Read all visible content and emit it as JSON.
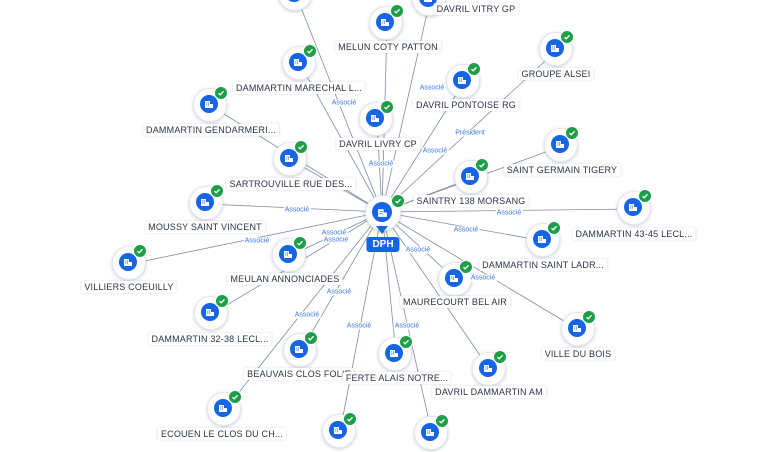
{
  "center": {
    "label": "DPH",
    "icon": "building-icon",
    "status_icon": "check-badge-icon"
  },
  "node_icon": "building-icon",
  "status_icon": "check-badge-icon",
  "colors": {
    "primary": "#1565e6",
    "check": "#1e9e48",
    "edge": "#7f8ea3",
    "edge_label": "#3b78e7"
  },
  "nodes": [
    {
      "label": "",
      "labeled": false
    },
    {
      "label": "DAVRIL VITRY GP",
      "labeled": true
    },
    {
      "label": "MELUN COTY PATTON",
      "labeled": true
    },
    {
      "label": "GROUPE ALSEI",
      "labeled": true
    },
    {
      "label": "DAMMARTIN MARECHAL L...",
      "labeled": true
    },
    {
      "label": "DAVRIL PONTOISE RG",
      "labeled": true
    },
    {
      "label": "DAMMARTIN GENDARMERI...",
      "labeled": true
    },
    {
      "label": "DAVRIL LIVRY CP",
      "labeled": true
    },
    {
      "label": "SAINT GERMAIN TIGERY",
      "labeled": true
    },
    {
      "label": "SARTROUVILLE RUE DES...",
      "labeled": true
    },
    {
      "label": "SAINTRY 138 MORSANG",
      "labeled": true
    },
    {
      "label": "MOUSSY SAINT VINCENT",
      "labeled": true
    },
    {
      "label": "DAMMARTIN 43-45 LECL...",
      "labeled": true
    },
    {
      "label": "DAMMARTIN SAINT LADR...",
      "labeled": true
    },
    {
      "label": "VILLIERS COEUILLY",
      "labeled": true
    },
    {
      "label": "MEULAN ANNONCIADES",
      "labeled": true
    },
    {
      "label": "MAURECOURT BEL AIR",
      "labeled": true
    },
    {
      "label": "DAMMARTIN 32-38 LECL...",
      "labeled": true
    },
    {
      "label": "VILLE DU BOIS",
      "labeled": true
    },
    {
      "label": "BEAUVAIS CLOS FOLIE",
      "labeled": true
    },
    {
      "label": "FERTE ALAIS NOTRE...",
      "labeled": true
    },
    {
      "label": "DAVRIL DAMMARTIN AM",
      "labeled": true
    },
    {
      "label": "ECOUEN LE CLOS DU CH...",
      "labeled": true
    },
    {
      "label": "",
      "labeled": false
    },
    {
      "label": "",
      "labeled": false
    }
  ],
  "edge_labels": [
    "Président",
    "Associé",
    "Associé",
    "Associé",
    "Associé",
    "Associé",
    "Associé",
    "Associé",
    "Associé",
    "Associé",
    "Associé",
    "Associé",
    "Associé",
    "Associé",
    "Associé",
    "Associé",
    "Associé"
  ]
}
